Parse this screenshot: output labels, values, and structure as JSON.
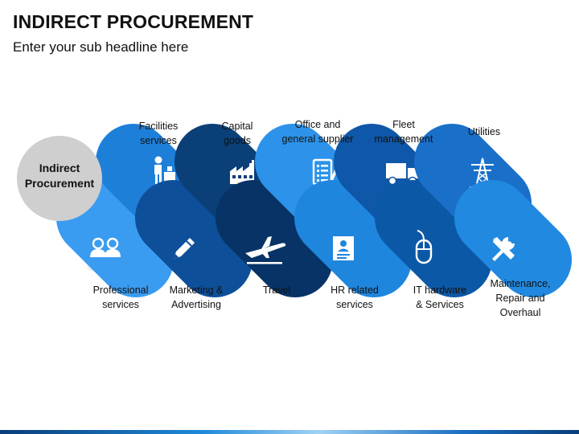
{
  "title": "INDIRECT PROCUREMENT",
  "subtitle": "Enter your sub headline here",
  "center_label": [
    "Indirect",
    "Procurement"
  ],
  "top_items": [
    {
      "label": "Facilities\nservices",
      "icon": "reception-desk-icon",
      "color": "#1e7fd8"
    },
    {
      "label": "Capital\ngoods",
      "icon": "factory-icon",
      "color": "#0a3f78"
    },
    {
      "label": "Office and\ngeneral supplier",
      "icon": "checklist-icon",
      "color": "#2d93ea"
    },
    {
      "label": "Fleet\nmanagement",
      "icon": "truck-icon",
      "color": "#0f57a8"
    },
    {
      "label": "Utilities",
      "icon": "power-tower-icon",
      "color": "#1a70c9"
    }
  ],
  "bottom_items": [
    {
      "label": "Professional\nservices",
      "icon": "people-icon",
      "color": "#3a9cf0"
    },
    {
      "label": "Marketing &\nAdvertising",
      "icon": "pencil-icon",
      "color": "#0e4f99"
    },
    {
      "label": "Travel",
      "icon": "airplane-icon",
      "color": "#073366"
    },
    {
      "label": "HR related\nservices",
      "icon": "resume-icon",
      "color": "#1f86de"
    },
    {
      "label": "IT hardware\n& Services",
      "icon": "mouse-icon",
      "color": "#0b58a6"
    },
    {
      "label": "Maintenance,\nRepair and\nOverhaul",
      "icon": "tools-icon",
      "color": "#2189e0"
    }
  ],
  "colors": {
    "center_circle": "#cfcfcf",
    "icon": "#ffffff"
  }
}
